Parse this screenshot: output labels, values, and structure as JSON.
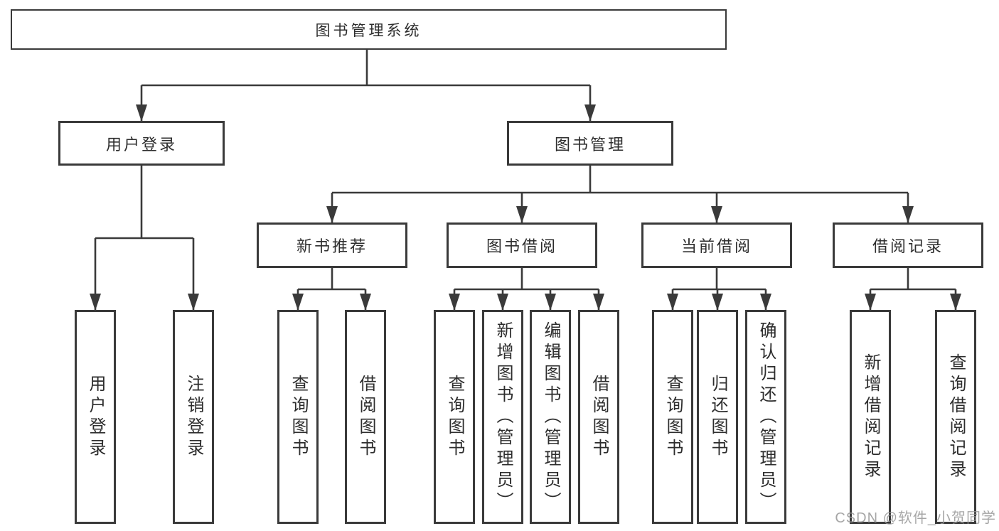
{
  "colors": {
    "line": "#3a3a3a",
    "box_border": "#3a3a3a",
    "text": "#2d2d2d",
    "watermark_text": "#969696",
    "background": "#ffffff"
  },
  "watermark": "CSDN @软件_小贺同学",
  "tree": {
    "label": "图书管理系统",
    "children": [
      {
        "label": "用户登录",
        "children": [
          {
            "label": "用户登录"
          },
          {
            "label": "注销登录"
          }
        ]
      },
      {
        "label": "图书管理",
        "children": [
          {
            "label": "新书推荐",
            "children": [
              {
                "label": "查询图书"
              },
              {
                "label": "借阅图书"
              }
            ]
          },
          {
            "label": "图书借阅",
            "children": [
              {
                "label": "查询图书"
              },
              {
                "label": "新增图书（管理员）"
              },
              {
                "label": "编辑图书（管理员）"
              },
              {
                "label": "借阅图书"
              }
            ]
          },
          {
            "label": "当前借阅",
            "children": [
              {
                "label": "查询图书"
              },
              {
                "label": "归还图书"
              },
              {
                "label": "确认归还（管理员）"
              }
            ]
          },
          {
            "label": "借阅记录",
            "children": [
              {
                "label": "新增借阅记录"
              },
              {
                "label": "查询借阅记录"
              }
            ]
          }
        ]
      }
    ]
  }
}
